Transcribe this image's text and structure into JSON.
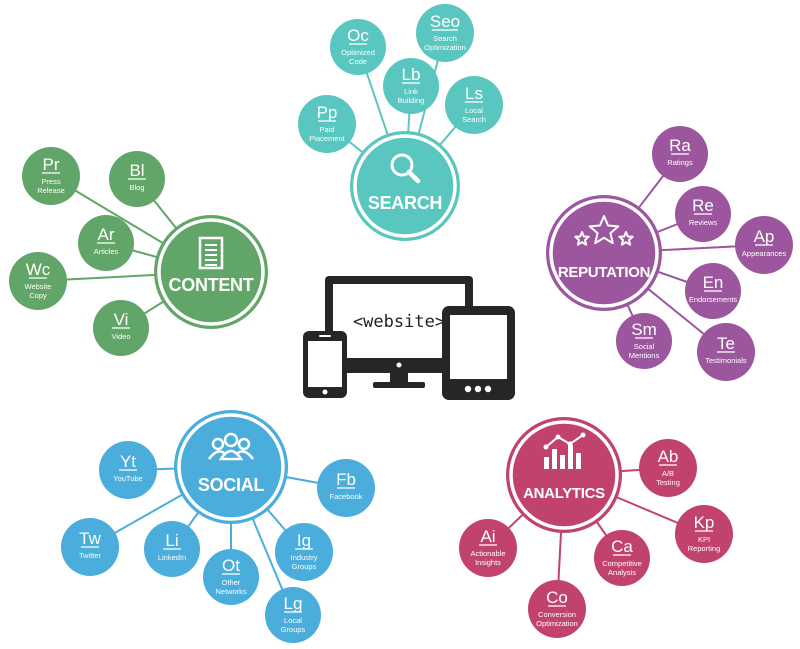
{
  "device": {
    "label": "<website>"
  },
  "colors": {
    "content": "#62a568",
    "search": "#5ac6c0",
    "reputation": "#9c569e",
    "social": "#4aaddb",
    "analytics": "#c1436d",
    "device": "#262626"
  },
  "clusters": {
    "search": {
      "hub": "SEARCH",
      "icon": "magnifier-icon",
      "nodes": [
        {
          "abbr": "Oc",
          "lines": [
            "Optimized",
            "Code"
          ]
        },
        {
          "abbr": "Seo",
          "lines": [
            "Search",
            "Optimization"
          ]
        },
        {
          "abbr": "Lb",
          "lines": [
            "Link",
            "Building"
          ]
        },
        {
          "abbr": "Pp",
          "lines": [
            "Paid",
            "Placement"
          ]
        },
        {
          "abbr": "Ls",
          "lines": [
            "Local",
            "Search"
          ]
        }
      ]
    },
    "content": {
      "hub": "CONTENT",
      "icon": "document-icon",
      "nodes": [
        {
          "abbr": "Pr",
          "lines": [
            "Press",
            "Release"
          ]
        },
        {
          "abbr": "Bl",
          "lines": [
            "Blog"
          ]
        },
        {
          "abbr": "Ar",
          "lines": [
            "Articles"
          ]
        },
        {
          "abbr": "Wc",
          "lines": [
            "Website",
            "Copy"
          ]
        },
        {
          "abbr": "Vi",
          "lines": [
            "Video"
          ]
        }
      ]
    },
    "reputation": {
      "hub": "REPUTATION",
      "icon": "stars-icon",
      "nodes": [
        {
          "abbr": "Ra",
          "lines": [
            "Ratings"
          ]
        },
        {
          "abbr": "Re",
          "lines": [
            "Reviews"
          ]
        },
        {
          "abbr": "Ap",
          "lines": [
            "Appearances"
          ]
        },
        {
          "abbr": "En",
          "lines": [
            "Endorsements"
          ]
        },
        {
          "abbr": "Sm",
          "lines": [
            "Social",
            "Mentions"
          ]
        },
        {
          "abbr": "Te",
          "lines": [
            "Testimonials"
          ]
        }
      ]
    },
    "social": {
      "hub": "SOCIAL",
      "icon": "people-icon",
      "nodes": [
        {
          "abbr": "Yt",
          "lines": [
            "YouTube"
          ]
        },
        {
          "abbr": "Fb",
          "lines": [
            "Facebook"
          ]
        },
        {
          "abbr": "Tw",
          "lines": [
            "Twitter"
          ]
        },
        {
          "abbr": "Li",
          "lines": [
            "LinkedIn"
          ]
        },
        {
          "abbr": "Ot",
          "lines": [
            "Other",
            "Networks"
          ]
        },
        {
          "abbr": "Ig",
          "lines": [
            "Industry",
            "Groups"
          ]
        },
        {
          "abbr": "Lg",
          "lines": [
            "Local",
            "Groups"
          ]
        }
      ]
    },
    "analytics": {
      "hub": "ANALYTICS",
      "icon": "bar-chart-icon",
      "nodes": [
        {
          "abbr": "Ab",
          "lines": [
            "A/B",
            "Testing"
          ]
        },
        {
          "abbr": "Kp",
          "lines": [
            "KPI",
            "Reporting"
          ]
        },
        {
          "abbr": "Ai",
          "lines": [
            "Actionable",
            "Insights"
          ]
        },
        {
          "abbr": "Ca",
          "lines": [
            "Competitive",
            "Analysis"
          ]
        },
        {
          "abbr": "Co",
          "lines": [
            "Conversion",
            "Optimization"
          ]
        }
      ]
    }
  }
}
